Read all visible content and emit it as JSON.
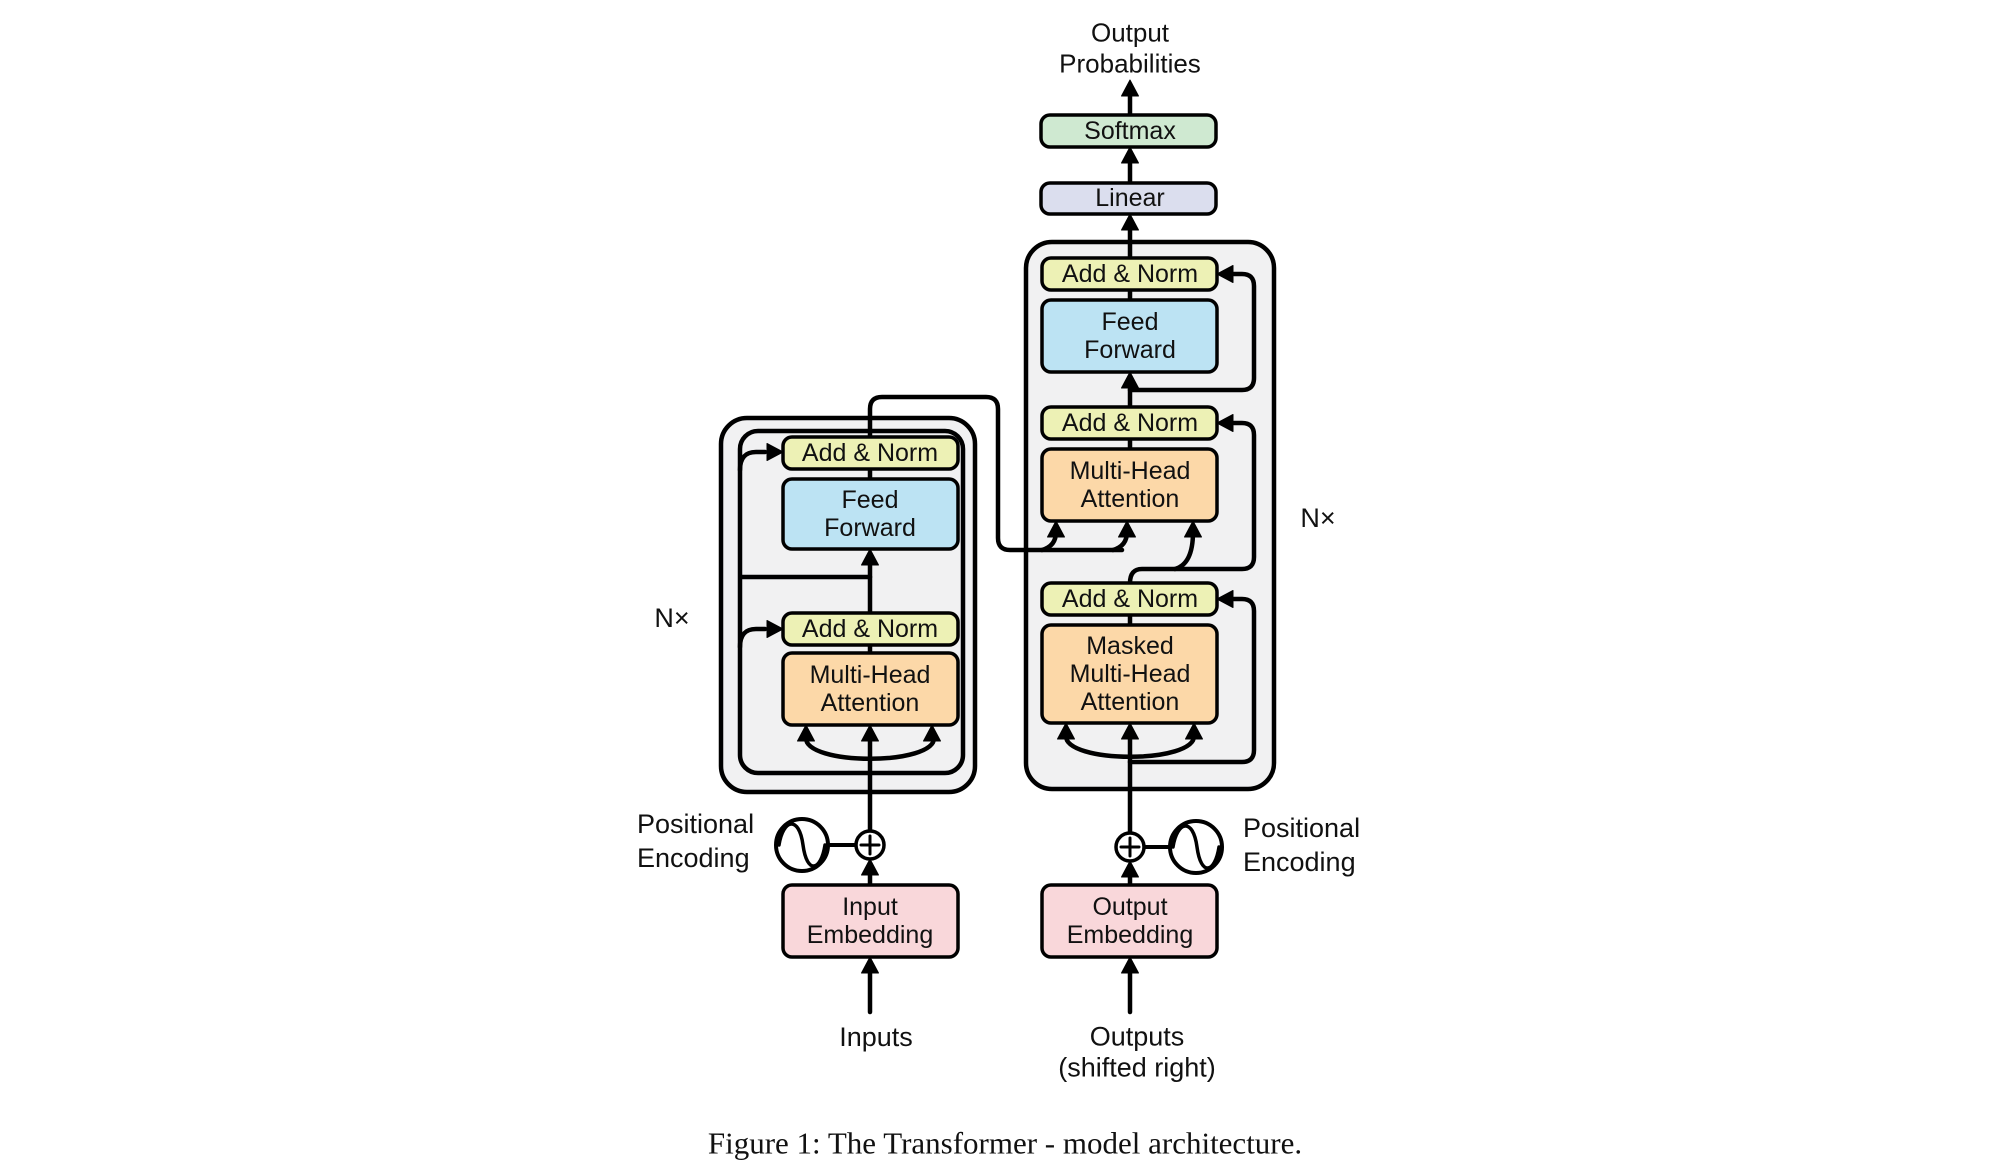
{
  "output_head": {
    "probabilities_label": "Output\nProbabilities",
    "softmax": "Softmax",
    "linear": "Linear"
  },
  "encoder": {
    "n_label": "N×",
    "add_norm_upper": "Add & Norm",
    "feed_forward": "Feed\nForward",
    "add_norm_lower": "Add & Norm",
    "attention": "Multi-Head\nAttention",
    "embedding": "Input\nEmbedding",
    "positional_encoding": "Positional\nEncoding",
    "input_label": "Inputs"
  },
  "decoder": {
    "n_label": "N×",
    "add_norm_top": "Add & Norm",
    "feed_forward": "Feed\nForward",
    "add_norm_middle": "Add & Norm",
    "cross_attention": "Multi-Head\nAttention",
    "add_norm_bottom": "Add & Norm",
    "masked_attention": "Masked\nMulti-Head\nAttention",
    "embedding": "Output\nEmbedding",
    "positional_encoding": "Positional\nEncoding",
    "output_label": "Outputs\n(shifted right)"
  },
  "caption": "Figure 1: The Transformer - model architecture.",
  "colors": {
    "add_norm": "#edf1b5",
    "feed_forward": "#bce3f3",
    "attention": "#fcd8a8",
    "embedding": "#f9d7da",
    "softmax": "#cfe9d1",
    "linear": "#dbdeee",
    "stack_bg": "#f1f1f2",
    "line": "#000000",
    "text": "#111111"
  }
}
